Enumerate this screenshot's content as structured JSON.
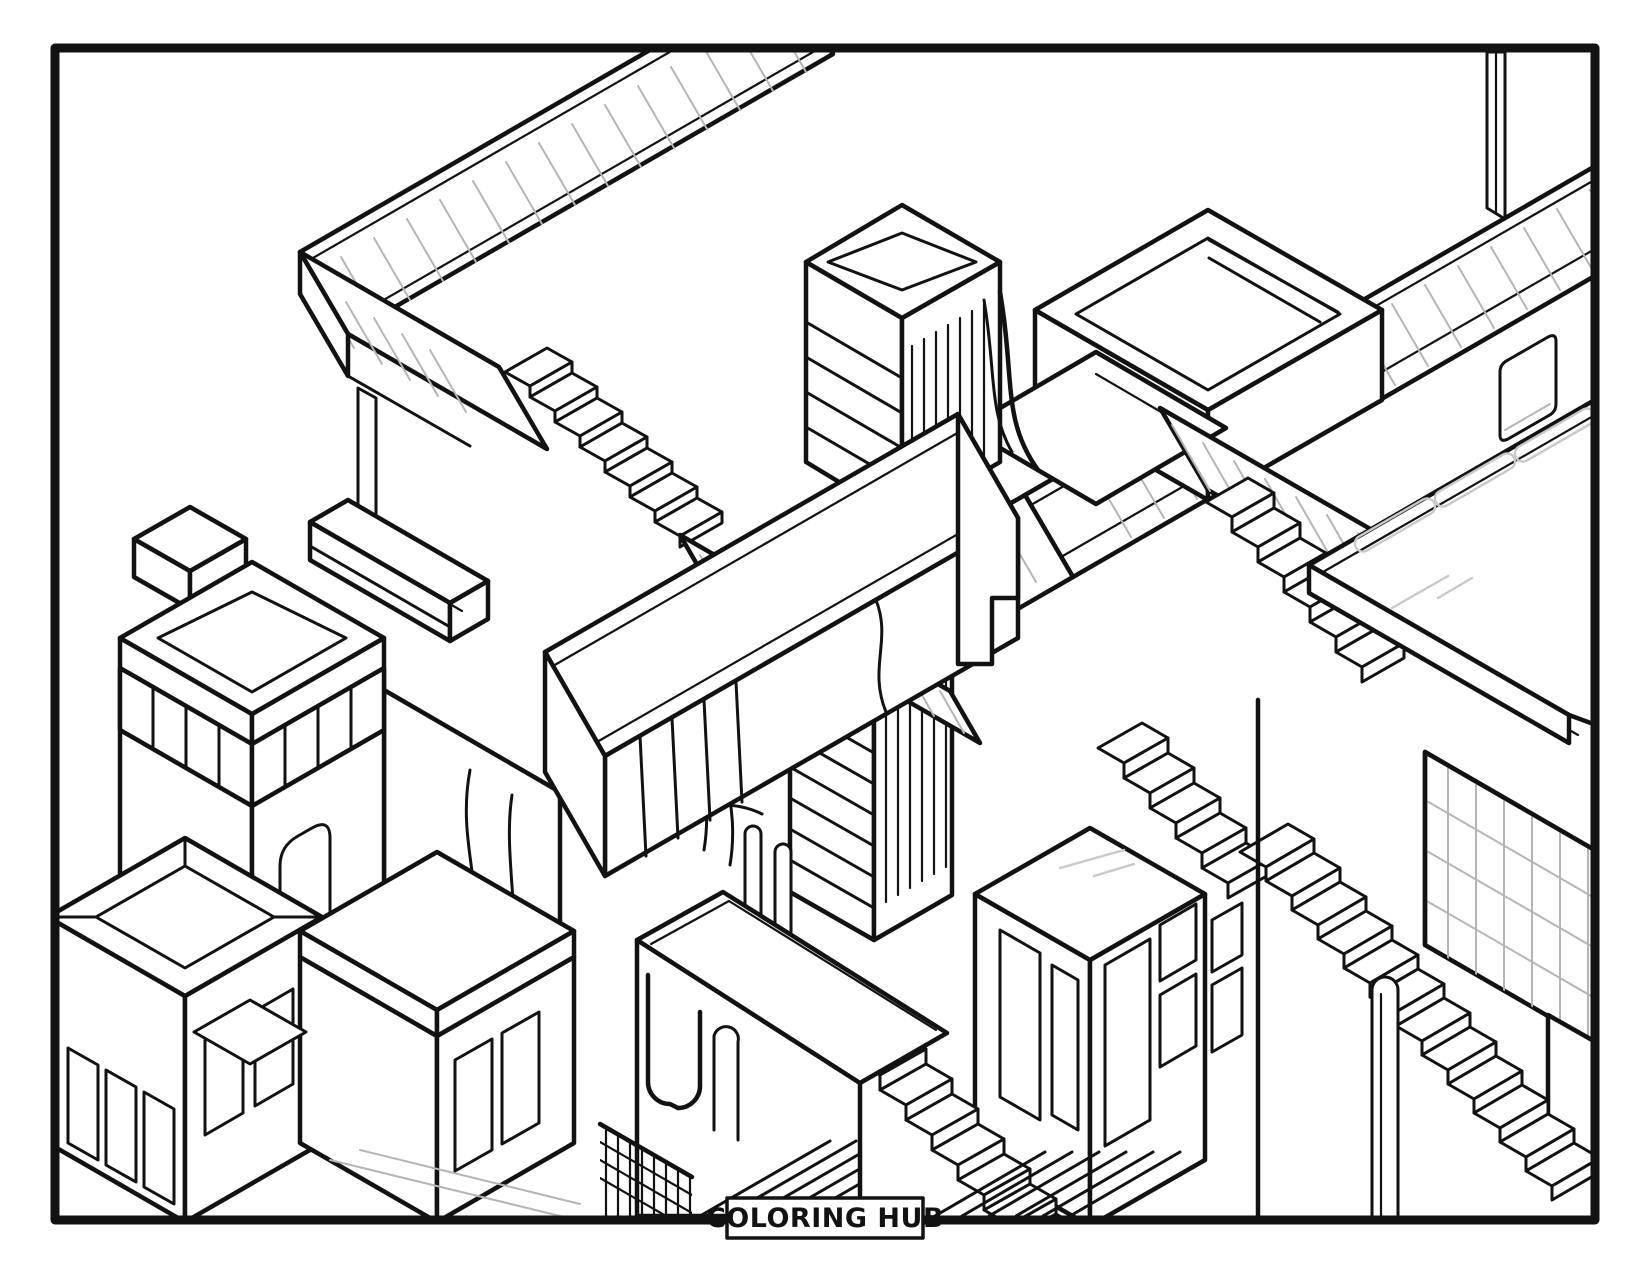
{
  "badge": {
    "label": "COLORING HUB"
  },
  "palette": {
    "paper": "#ffffff",
    "ink": "#121212",
    "hatch": "#b5b5b5",
    "faint": "#c9c9c9"
  },
  "artwork": {
    "kind": "black-and-white isometric line-art coloring page",
    "subject": "Escher-style impossible city maze with elevated walkways, cascading staircases, towers, rooftops and window facades",
    "elements": [
      "outer-frame",
      "elevated-walkway",
      "walkway-stairs",
      "hanging-planter",
      "support-post",
      "diagonal-bridge",
      "roof-pole",
      "rooftop-frame",
      "tilted-platform",
      "striped-tower",
      "central-beam",
      "courtyard-towers",
      "warped-grid-wall",
      "roof-plane",
      "roof-markings",
      "window-facade",
      "doorway",
      "cascading-stairs",
      "door-tower",
      "roof-pipe",
      "pavilion-roof-building",
      "slab-roof-building",
      "left-tower",
      "chimney-box",
      "l-shaped-block",
      "u-cutout",
      "chevron-wall",
      "grid-wall",
      "title-badge"
    ]
  }
}
